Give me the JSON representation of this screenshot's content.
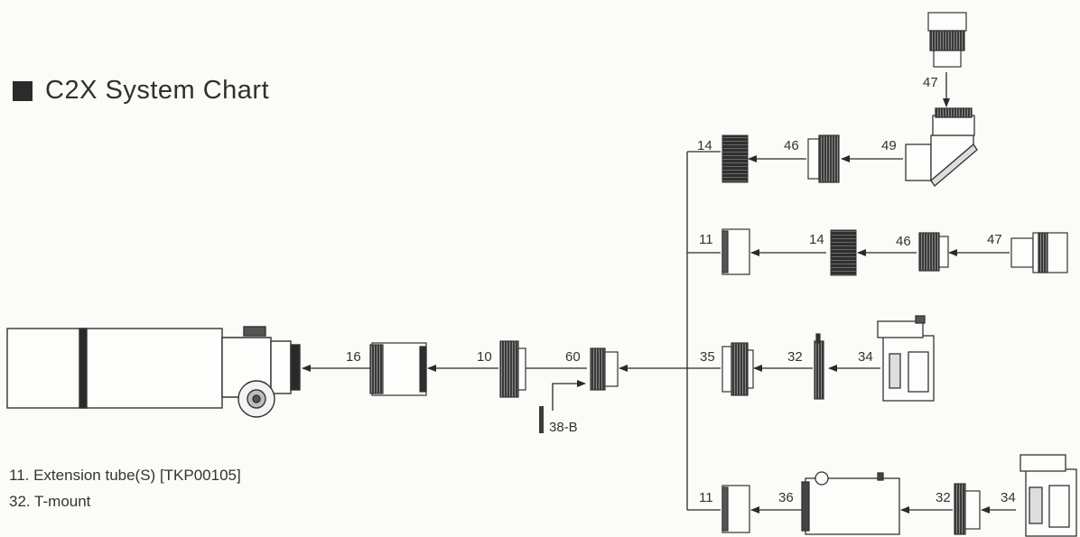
{
  "title": "C2X System Chart",
  "parts": {
    "p47_top": "47",
    "p49": "49",
    "p46_a": "46",
    "p14_a": "14",
    "p11_a": "11",
    "p14_b": "14",
    "p46_b": "46",
    "p47_b": "47",
    "p35": "35",
    "p32_a": "32",
    "p34_a": "34",
    "p60": "60",
    "p38b": "38-B",
    "p10": "10",
    "p16": "16",
    "p11_b": "11",
    "p36": "36",
    "p32_b": "32",
    "p34_b": "34"
  },
  "legend": [
    "11. Extension tube(S) [TKP00105]",
    "32. T-mount"
  ]
}
